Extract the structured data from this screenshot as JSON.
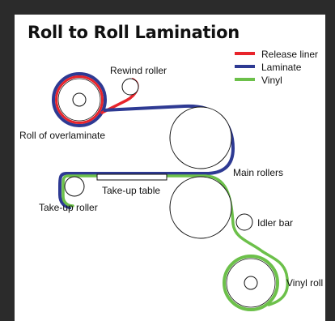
{
  "title": "Roll to Roll Lamination",
  "legend": [
    {
      "label": "Release liner",
      "color": "#e8242b"
    },
    {
      "label": "Laminate",
      "color": "#2e3a93"
    },
    {
      "label": "Vinyl",
      "color": "#6cc04a"
    }
  ],
  "labels": {
    "rewind_roller": "Rewind roller",
    "roll_of_overlaminate": "Roll of overlaminate",
    "main_rollers": "Main rollers",
    "take_up_table": "Take-up table",
    "take_up_roller": "Take-up roller",
    "idler_bar": "Idler bar",
    "vinyl_roll": "Vinyl roll"
  }
}
